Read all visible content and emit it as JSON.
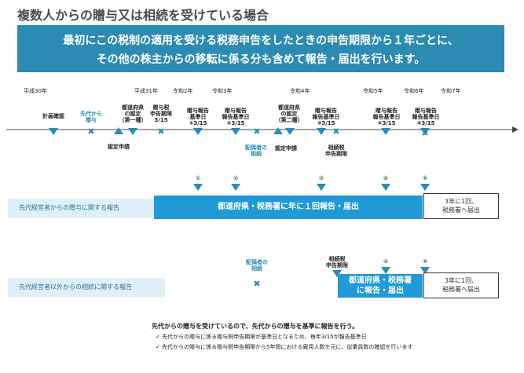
{
  "title": "複数人からの贈与又は相続を受けている場合",
  "banner": {
    "line1": "最初にこの税制の適用を受ける税務申告をしたときの申告期限から１年ごとに、",
    "line2": "その他の株主からの移転に係る分も含めて報告・届出を行います。"
  },
  "eras": [
    "平成30年",
    "平成31年",
    "令和2年",
    "令和3年",
    "令和4年",
    "令和5年",
    "令和6年",
    "令和7年"
  ],
  "events_above": {
    "plan": "計画確認",
    "gift_from_predecessor": [
      "先代から",
      "贈与"
    ],
    "pref_cert_1": [
      "都道府県",
      "の認定",
      "（第一種）"
    ],
    "gift_tax_deadline": [
      "贈与税",
      "申告期限",
      "3/15"
    ],
    "report1": [
      "贈与報告",
      "基準日",
      "①3/15"
    ],
    "report2": [
      "贈与報告",
      "報告基準日",
      "②3/15"
    ],
    "pref_cert_2": [
      "都道府県",
      "の認定",
      "（第二種）"
    ],
    "report3": [
      "贈与報告",
      "報告基準日",
      "③3/15"
    ],
    "report4": [
      "贈与報告",
      "報告基準日",
      "④3/15"
    ],
    "report5": [
      "贈与報告",
      "報告基準日",
      "⑤3/15"
    ]
  },
  "events_below": {
    "cert_apply_1": "認定申請",
    "spouse_inheritance": [
      "配偶者の",
      "相続"
    ],
    "cert_apply_2": "認定申請",
    "inheritance_tax_deadline": [
      "相続税",
      "申告期限"
    ]
  },
  "row1": {
    "markers": [
      "①",
      "②",
      "③",
      "④",
      "⑤"
    ],
    "label": "先代経営者からの贈与に関する報告",
    "bar": "都道府県・税務署に年に１回報告・届出",
    "after": [
      "3年に1回、",
      "税務署へ届出"
    ]
  },
  "row2": {
    "spouse": [
      "配偶者の",
      "相続"
    ],
    "deadline": [
      "相続税",
      "申告期限"
    ],
    "markers": [
      "④",
      "⑤"
    ],
    "label": "先代経営者以外からの相続に関する報告",
    "bar": [
      "都道府県・税務署",
      "に報告・届出"
    ],
    "after": [
      "3年に1回、",
      "税務署へ届出"
    ]
  },
  "notes": {
    "heading": "先代からの贈与を受けているので、先代からの贈与を基準に報告を行う。",
    "items": [
      "先代からの贈与に係る贈与税申告期限が基準日となるため、毎年3/15が報告基準日",
      "先代からの贈与に係る贈与税申告期限から5年間における雇用人数を元に、従業員数の確認を行います"
    ]
  },
  "colors": {
    "accent": "#2b8bb3",
    "bar": "#1f9ad6",
    "row_label_bg": "#dff0f8"
  }
}
